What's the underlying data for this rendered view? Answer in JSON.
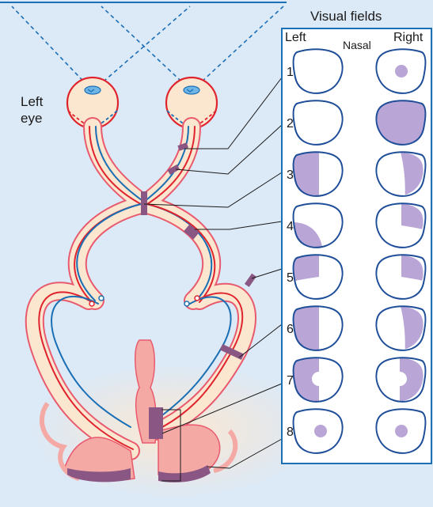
{
  "labels": {
    "eye_label": [
      "Left",
      "eye"
    ],
    "panel_title": "Visual fields",
    "col_left": "Left",
    "col_nasal": "Nasal",
    "col_right": "Right"
  },
  "lesions": [
    {
      "number": "1",
      "left_field": "none",
      "right_field": "central-spot"
    },
    {
      "number": "2",
      "left_field": "none",
      "right_field": "full"
    },
    {
      "number": "3",
      "left_field": "temporal-half",
      "right_field": "temporal-half"
    },
    {
      "number": "4",
      "left_field": "lower-temporal-quadrant",
      "right_field": "upper-temporal-quadrant"
    },
    {
      "number": "5",
      "left_field": "upper-temporal-quadrant",
      "right_field": "upper-temporal-quadrant"
    },
    {
      "number": "6",
      "left_field": "temporal-half",
      "right_field": "temporal-half"
    },
    {
      "number": "7",
      "left_field": "temporal-half-macular-sparing",
      "right_field": "temporal-half-macular-sparing"
    },
    {
      "number": "8",
      "left_field": "central-spot",
      "right_field": "central-spot"
    }
  ],
  "colors": {
    "background": "#dce9f6",
    "field_fill": "#b9a6d6",
    "field_outline": "#1f4e99",
    "lesion": "#8a5683",
    "pathway_red": "#e0242e",
    "pathway_blue": "#1a6fb5",
    "tissue": "#fbe6cf",
    "tissue_outline": "#e95a6e",
    "cortex": "#f4a9a5"
  }
}
